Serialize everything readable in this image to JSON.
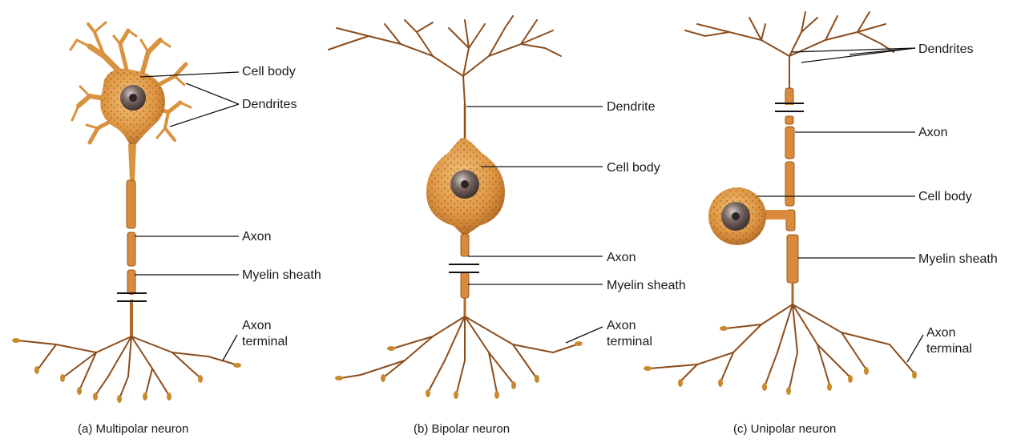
{
  "panels": {
    "multipolar": {
      "caption": "(a) Multipolar neuron",
      "labels": {
        "cell_body": "Cell body",
        "dendrites": "Dendrites",
        "axon": "Axon",
        "myelin_sheath": "Myelin sheath",
        "axon_terminal_line1": "Axon",
        "axon_terminal_line2": "terminal"
      }
    },
    "bipolar": {
      "caption": "(b) Bipolar neuron",
      "labels": {
        "dendrite": "Dendrite",
        "cell_body": "Cell body",
        "axon": "Axon",
        "myelin_sheath": "Myelin sheath",
        "axon_terminal_line1": "Axon",
        "axon_terminal_line2": "terminal"
      }
    },
    "unipolar": {
      "caption": "(c) Unipolar neuron",
      "labels": {
        "dendrites": "Dendrites",
        "axon": "Axon",
        "cell_body": "Cell body",
        "myelin_sheath": "Myelin sheath",
        "axon_terminal_line1": "Axon",
        "axon_terminal_line2": "terminal"
      }
    }
  },
  "colors": {
    "cell_fill": "#e2a24a",
    "myelin": "#d98a3c",
    "branch": "#8c4d1c",
    "nucleus": "#6b5a55"
  }
}
